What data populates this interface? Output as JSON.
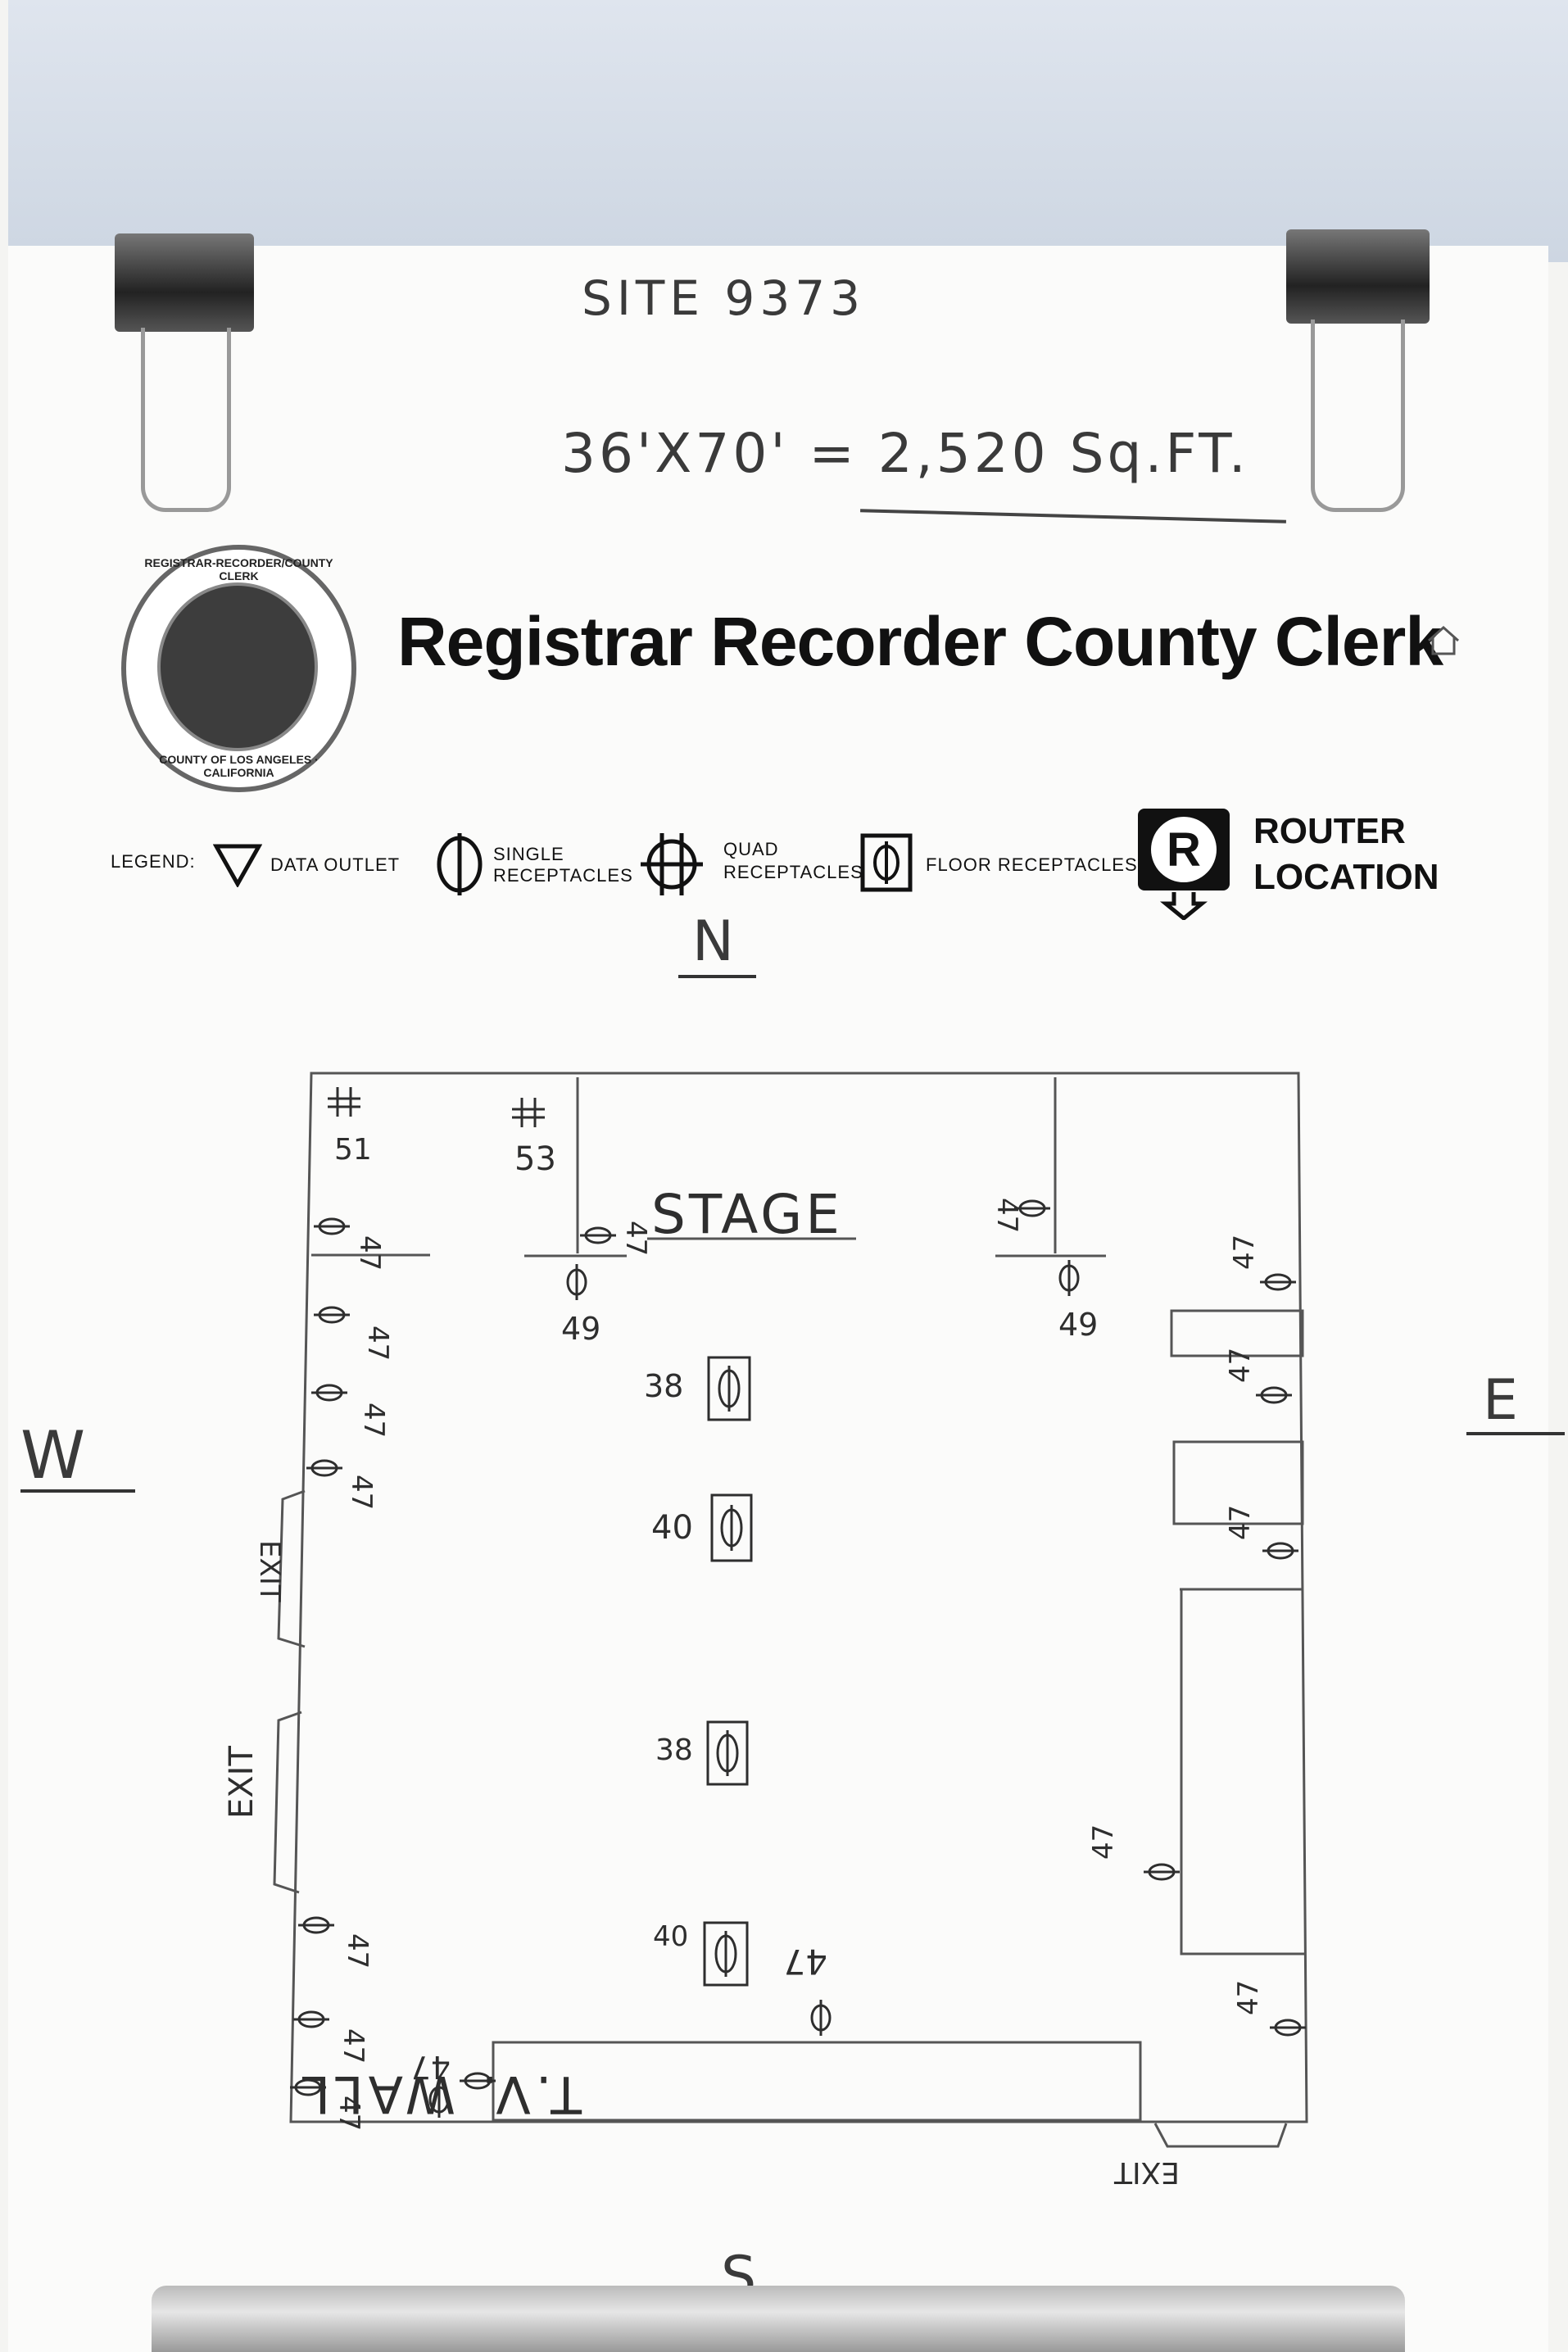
{
  "header": {
    "site": "SITE 9373",
    "area": "36'X70' = 2,520 Sq.FT."
  },
  "organization": {
    "title": "Registrar Recorder County Clerk",
    "seal_top": "REGISTRAR-RECORDER/COUNTY CLERK",
    "seal_bottom": "COUNTY OF LOS ANGELES · CALIFORNIA"
  },
  "legend": {
    "label": "LEGEND:",
    "items": [
      {
        "symbol": "data-outlet",
        "text": "DATA OUTLET"
      },
      {
        "symbol": "single-receptacle",
        "text": "SINGLE RECEPTACLES"
      },
      {
        "symbol": "quad-receptacle",
        "text": "QUAD RECEPTACLES"
      },
      {
        "symbol": "floor-receptacle",
        "text": "FLOOR RECEPTACLES"
      }
    ],
    "router_symbol": "R",
    "router_line1": "ROUTER",
    "router_line2": "LOCATION"
  },
  "compass": {
    "north": "N",
    "south": "S",
    "east": "E",
    "west": "W"
  },
  "floor_plan": {
    "stage_label": "STAGE",
    "tv_wall_label": "T.V. WALL",
    "exit_label": "EXIT",
    "outlet_labels": {
      "quad_nw": "51",
      "quad_n": "53",
      "stage_left": "49",
      "stage_right": "49",
      "floor_1": "38",
      "floor_2": "40",
      "floor_3": "38",
      "floor_4": "40",
      "tv_wall_center": "47",
      "tv_wall_left": "47",
      "wall_marks": "47"
    }
  }
}
